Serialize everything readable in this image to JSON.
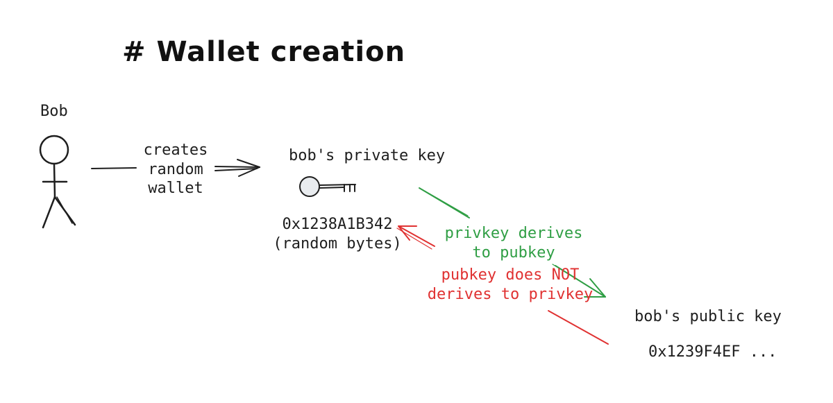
{
  "title": "# Wallet creation",
  "actor": {
    "name": "Bob"
  },
  "action": {
    "line1": "creates",
    "line2": "random",
    "line3": "wallet"
  },
  "private_key": {
    "label": "bob's private key",
    "value": "0x1238A1B342",
    "note": "(random bytes)"
  },
  "public_key": {
    "label": "bob's public key",
    "value": "0x1239F4EF ..."
  },
  "derivation": {
    "forward_line1": "privkey derives",
    "forward_line2": "to pubkey",
    "reverse_line1": "pubkey does NOT",
    "reverse_line2": "derives to privkey"
  },
  "colors": {
    "ink": "#1e1e1e",
    "green": "#2f9e44",
    "red": "#e03131",
    "key_fill": "#e9ecef"
  },
  "icons": {
    "actor": "stick-figure-icon",
    "key": "key-icon"
  }
}
